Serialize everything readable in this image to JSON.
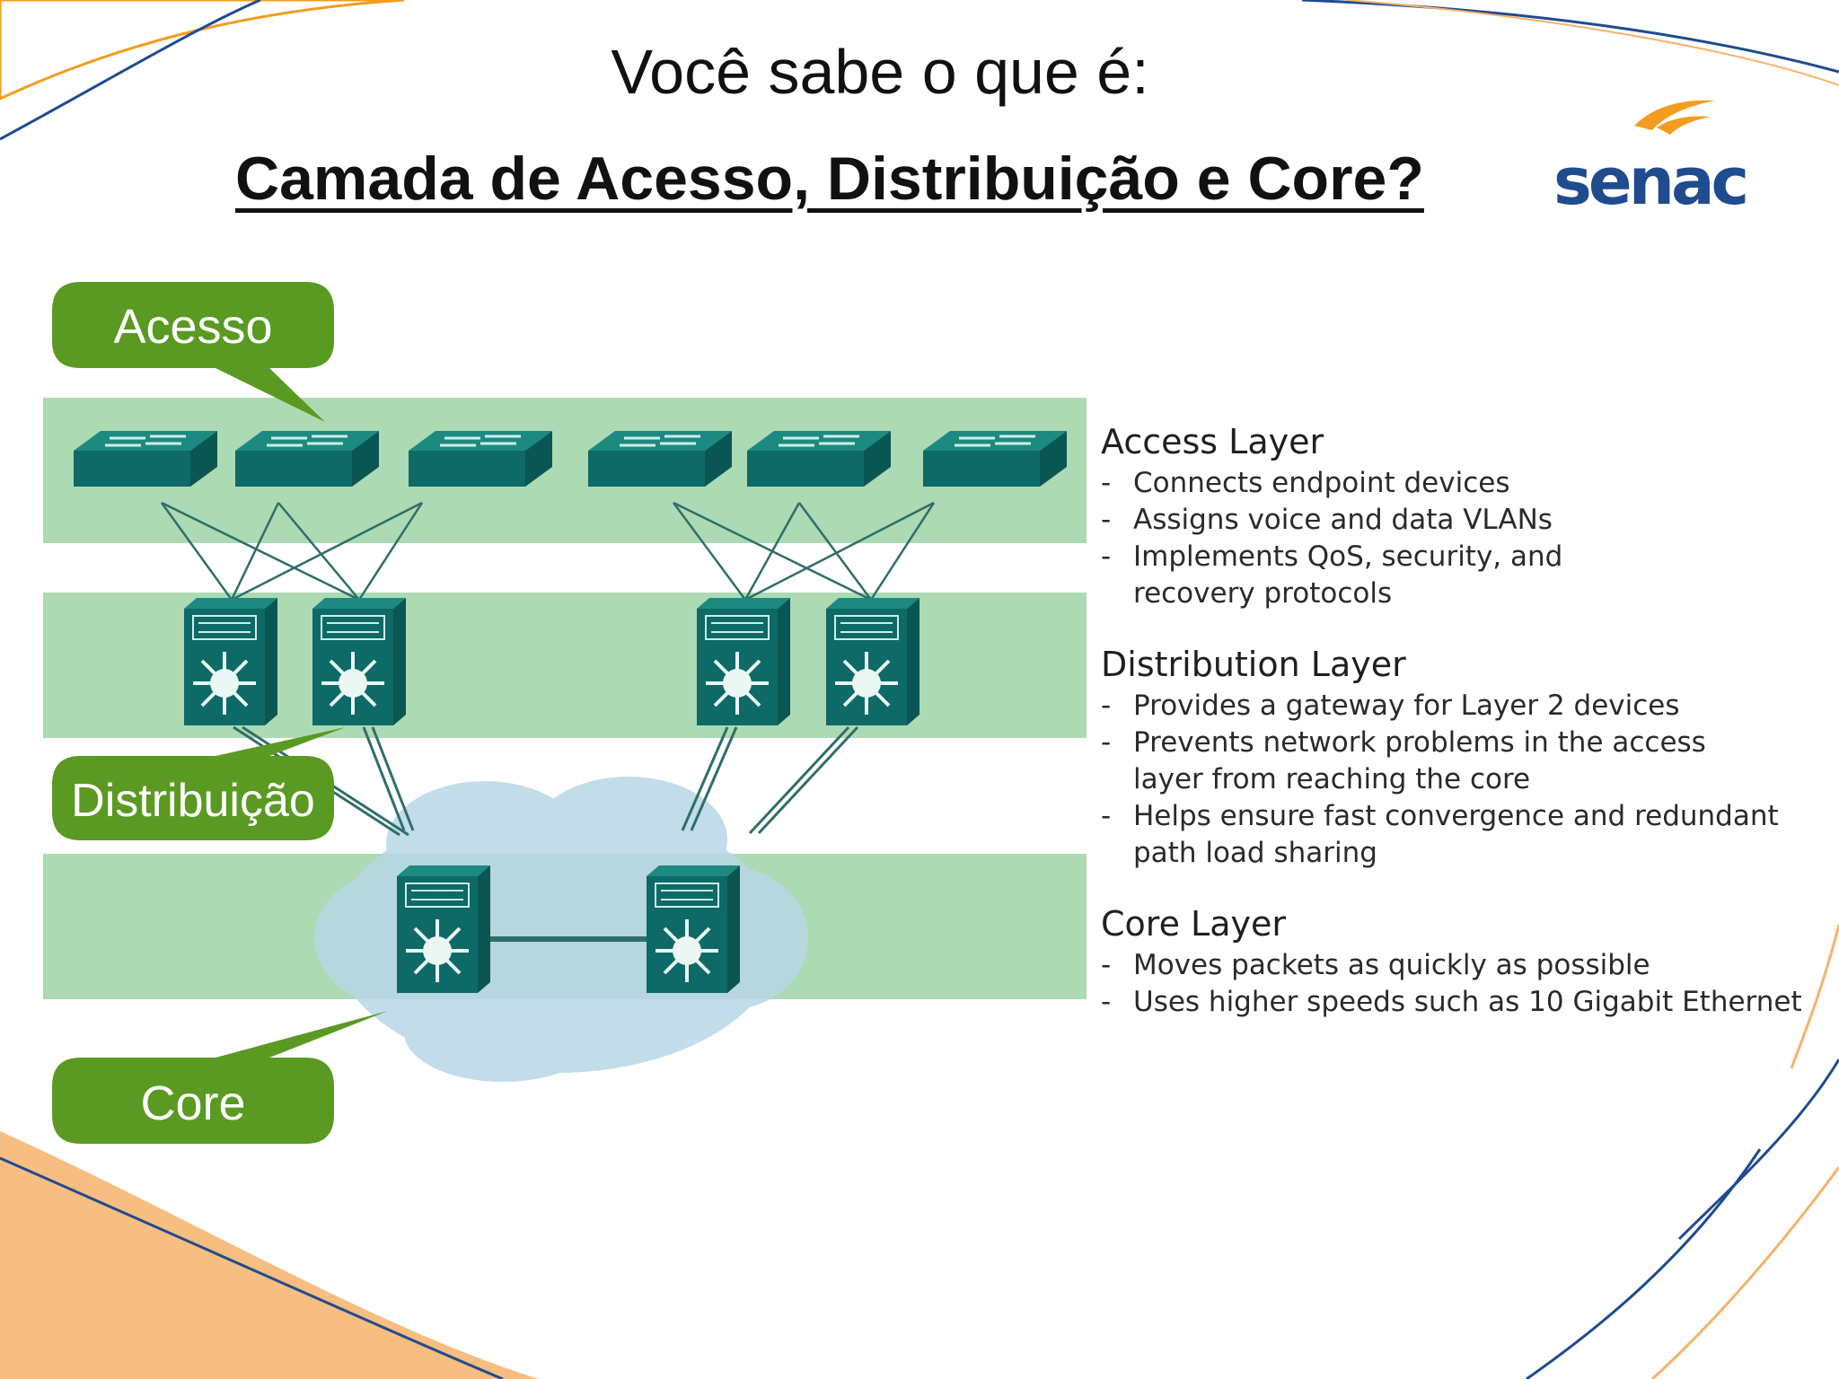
{
  "title": {
    "line1": "Você sabe o que é:",
    "line2": "Camada de Acesso, Distribuição e Core?"
  },
  "logo": {
    "text": "senac",
    "text_color": "#1f4b8f",
    "swoosh_color": "#f39c1f"
  },
  "callouts": {
    "access": "Acesso",
    "distribution": "Distribuição",
    "core": "Core",
    "color": "#5a9a22"
  },
  "colors": {
    "band": "#9ed3a6",
    "device": "#0d6a66",
    "cloud": "#b8d7e6",
    "deco_orange": "#f6b26b",
    "deco_blue": "#1f4b8f"
  },
  "legend": {
    "access": {
      "title": "Access Layer",
      "items": [
        "Connects endpoint devices",
        "Assigns voice and data VLANs",
        "Implements QoS, security, and recovery protocols"
      ]
    },
    "distribution": {
      "title": "Distribution Layer",
      "items": [
        "Provides a gateway for Layer 2 devices",
        "Prevents network problems in the access layer from reaching the core",
        "Helps ensure fast convergence and redundant path load sharing"
      ]
    },
    "core": {
      "title": "Core Layer",
      "items": [
        "Moves packets as quickly as possible",
        "Uses higher speeds such as 10 Gigabit Ethernet"
      ]
    }
  }
}
